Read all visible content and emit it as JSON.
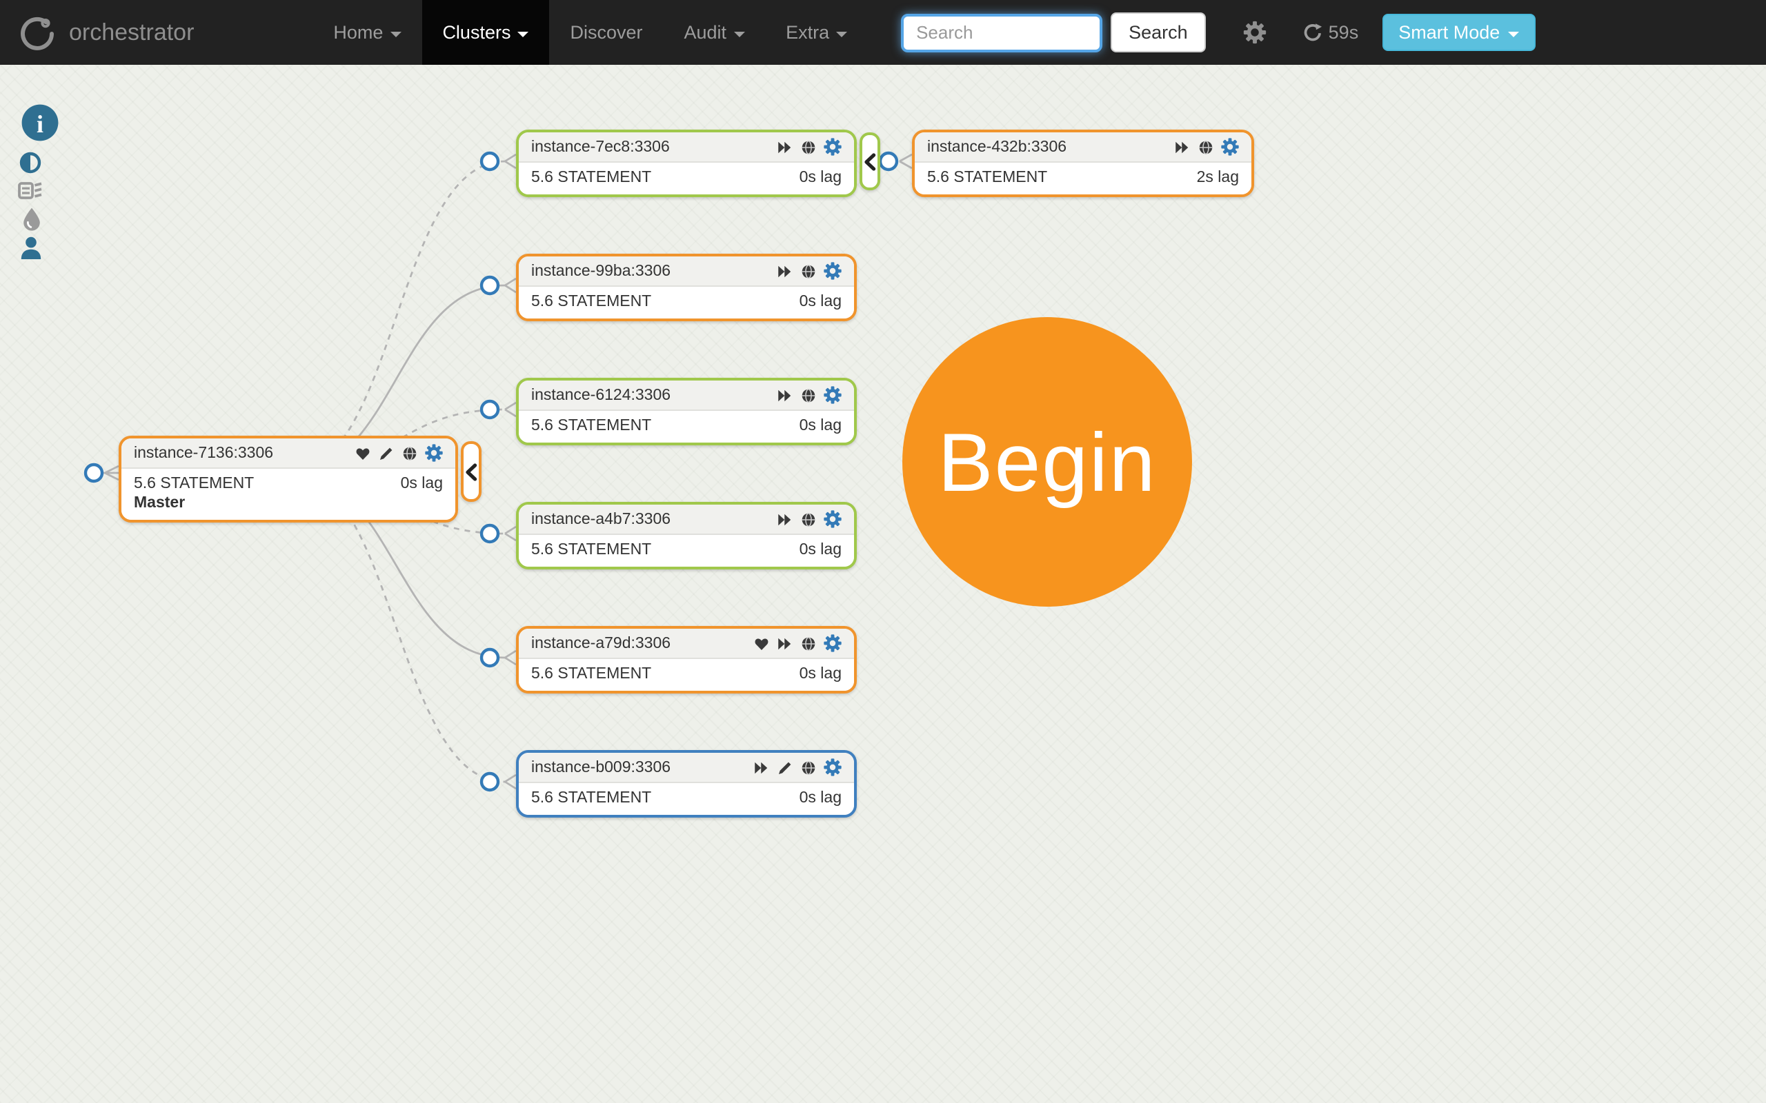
{
  "navbar": {
    "brand": "orchestrator",
    "items": [
      {
        "label": "Home",
        "caret": true,
        "active": false
      },
      {
        "label": "Clusters",
        "caret": true,
        "active": true
      },
      {
        "label": "Discover",
        "caret": false,
        "active": false
      },
      {
        "label": "Audit",
        "caret": true,
        "active": false
      },
      {
        "label": "Extra",
        "caret": true,
        "active": false
      }
    ],
    "search_placeholder": "Search",
    "search_button": "Search",
    "refresh_countdown": "59s",
    "smart_mode_label": "Smart Mode"
  },
  "sidebar": {
    "icons": [
      "info-icon",
      "adjust-contrast-icon",
      "compact-display-icon",
      "tint-icon",
      "user-icon"
    ]
  },
  "nodes": [
    {
      "title": "instance-7136:3306",
      "version": "5.6 STATEMENT",
      "role": "Master",
      "lag": "0s lag",
      "border": "orange",
      "icons": [
        "heart",
        "pencil",
        "globe",
        "settings"
      ]
    },
    {
      "title": "instance-7ec8:3306",
      "version": "5.6 STATEMENT",
      "lag": "0s lag",
      "border": "green",
      "icons": [
        "forward",
        "globe",
        "settings"
      ]
    },
    {
      "title": "instance-99ba:3306",
      "version": "5.6 STATEMENT",
      "lag": "0s lag",
      "border": "orange",
      "icons": [
        "forward",
        "globe",
        "settings"
      ]
    },
    {
      "title": "instance-6124:3306",
      "version": "5.6 STATEMENT",
      "lag": "0s lag",
      "border": "green",
      "icons": [
        "forward",
        "globe",
        "settings"
      ]
    },
    {
      "title": "instance-a4b7:3306",
      "version": "5.6 STATEMENT",
      "lag": "0s lag",
      "border": "green",
      "icons": [
        "forward",
        "globe",
        "settings"
      ]
    },
    {
      "title": "instance-a79d:3306",
      "version": "5.6 STATEMENT",
      "lag": "0s lag",
      "border": "orange",
      "icons": [
        "heart",
        "forward",
        "globe",
        "settings"
      ]
    },
    {
      "title": "instance-b009:3306",
      "version": "5.6 STATEMENT",
      "lag": "0s lag",
      "border": "blue",
      "icons": [
        "forward",
        "pencil",
        "globe",
        "settings"
      ]
    },
    {
      "title": "instance-432b:3306",
      "version": "5.6 STATEMENT",
      "lag": "2s lag",
      "border": "orange",
      "icons": [
        "forward",
        "globe",
        "settings"
      ]
    }
  ],
  "edges": [
    {
      "from": "instance-7136:3306",
      "to": "instance-7ec8:3306",
      "style": "dashed"
    },
    {
      "from": "instance-7136:3306",
      "to": "instance-99ba:3306",
      "style": "solid"
    },
    {
      "from": "instance-7136:3306",
      "to": "instance-6124:3306",
      "style": "dashed"
    },
    {
      "from": "instance-7136:3306",
      "to": "instance-a4b7:3306",
      "style": "dashed"
    },
    {
      "from": "instance-7136:3306",
      "to": "instance-a79d:3306",
      "style": "solid"
    },
    {
      "from": "instance-7136:3306",
      "to": "instance-b009:3306",
      "style": "dashed"
    },
    {
      "from": "instance-7ec8:3306",
      "to": "instance-432b:3306",
      "style": "dashed"
    }
  ],
  "colors": {
    "orange": "#f0942d",
    "green": "#a0c84b",
    "blue": "#4080bf",
    "accent_blue": "#337ab7",
    "begin_orange": "#f7941e",
    "navbar_bg": "#222222",
    "smart_mode": "#5bc0de"
  },
  "overlay": {
    "begin_label": "Begin"
  }
}
